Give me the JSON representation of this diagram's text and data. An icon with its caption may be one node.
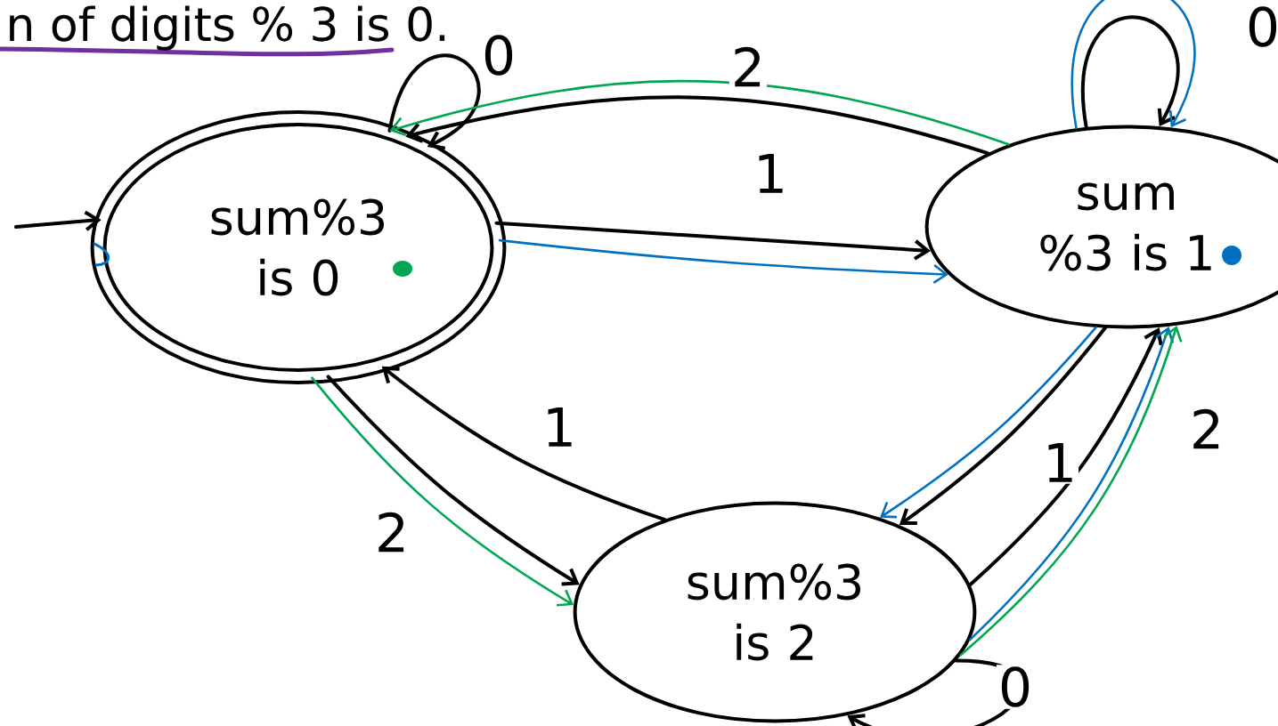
{
  "diagram": {
    "nodes": [
      {
        "text": [
          "sum%3 is 0"
        ]
      },
      {
        "text": [
          "sum %3 is 1"
        ]
      },
      {
        "text": [
          "sum%3 is 2"
        ]
      }
    ],
    "edges": [
      {
        "from": null,
        "to": 0,
        "arrow": "to"
      },
      {
        "from": 0,
        "to": 0,
        "arrow": "to",
        "label": "0"
      },
      {
        "from": 0,
        "to": 1,
        "arrow": "to",
        "label": "1"
      },
      {
        "from": 1,
        "to": 0,
        "arrow": "to",
        "label": "2"
      },
      {
        "from": 1,
        "to": 1,
        "arrow": "to",
        "label": "0"
      },
      {
        "from": 1,
        "to": 2,
        "arrow": "to",
        "label": "1"
      },
      {
        "from": 2,
        "to": 1,
        "arrow": "to",
        "label": "2"
      },
      {
        "from": 2,
        "to": 0,
        "arrow": "to",
        "label": "1"
      },
      {
        "from": 0,
        "to": 2,
        "arrow": "to",
        "label": "2"
      },
      {
        "from": 2,
        "to": 2,
        "arrow": "to",
        "label": "0"
      },
      {
        "from": 0,
        "to": 1,
        "arrow": "to",
        "color": "#0070c0"
      },
      {
        "from": 1,
        "to": 0,
        "arrow": "to",
        "color": "#00a651"
      },
      {
        "from": 1,
        "to": 1,
        "arrow": "to",
        "color": "#0070c0"
      },
      {
        "from": 1,
        "to": 2,
        "arrow": "to",
        "color": "#0070c0"
      },
      {
        "from": 2,
        "to": 1,
        "arrow": "to",
        "color": "#0070c0"
      },
      {
        "from": 2,
        "to": 1,
        "arrow": "to",
        "color": "#00a651"
      },
      {
        "from": 0,
        "to": 2,
        "arrow": "to",
        "color": "#00a651"
      }
    ],
    "labels": [
      "n of digits % 3 is 0."
    ]
  }
}
